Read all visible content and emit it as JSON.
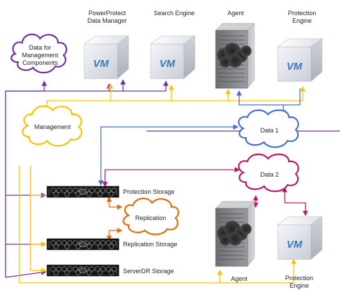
{
  "components": {
    "ppdm": {
      "line1": "PowerProtect",
      "line2": "Data Manager",
      "vm": "VM"
    },
    "search": {
      "label": "Search Engine",
      "vm": "VM"
    },
    "agent_top": {
      "label": "Agent"
    },
    "pe_top": {
      "line1": "Protection",
      "line2": "Engine",
      "vm": "VM"
    },
    "agent_bottom": {
      "label": "Agent"
    },
    "pe_bottom": {
      "line1": "Protection",
      "line2": "Engine",
      "vm": "VM"
    }
  },
  "clouds": {
    "mgmt_data": {
      "line1": "Data for",
      "line2": "Management",
      "line3": "Components"
    },
    "management": {
      "label": "Management"
    },
    "data1": {
      "label": "Data 1"
    },
    "data2": {
      "label": "Data 2"
    },
    "replication": {
      "label": "Replication"
    }
  },
  "storage": {
    "protection": {
      "label": "Protection Storage"
    },
    "replication": {
      "label": "Replication Storage"
    },
    "serverdr": {
      "label": "ServerDR Storage"
    }
  },
  "colors": {
    "purple": "#7030a0",
    "yellow": "#ffc000",
    "blue": "#4472c4",
    "crimson": "#c0185e",
    "orange": "#e36c0a"
  }
}
